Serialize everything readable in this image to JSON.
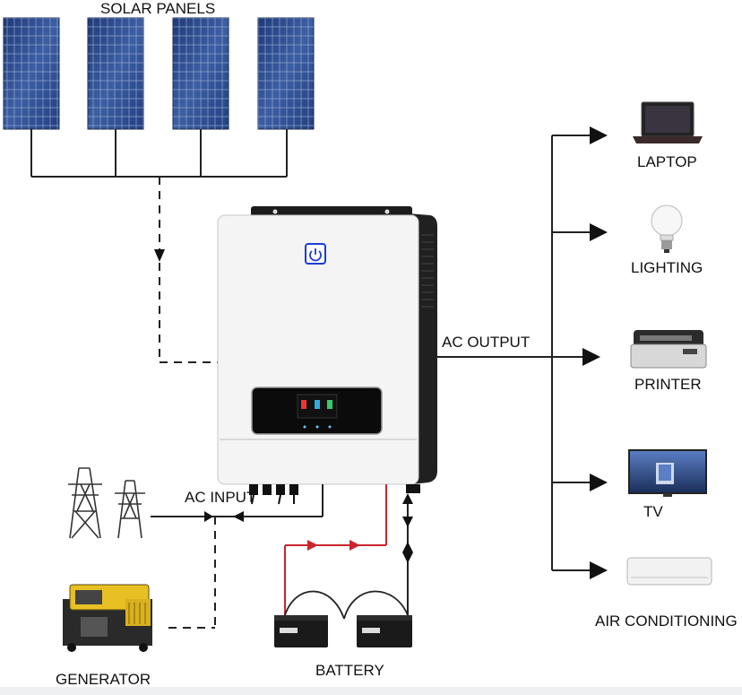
{
  "labels": {
    "solar_panels": "SOLAR PANELS",
    "ac_output": "AC OUTPUT",
    "ac_input": "AC INPUT",
    "generator": "GENERATOR",
    "battery": "BATTERY",
    "laptop": "LAPTOP",
    "lighting": "LIGHTING",
    "printer": "PRINTER",
    "tv": "TV",
    "air_conditioning": "AIR CONDITIONING"
  },
  "icons": [
    "solar-panel-icon",
    "inverter-icon",
    "power-button-icon",
    "lcd-display-icon",
    "transmission-tower-icon",
    "generator-icon",
    "battery-icon",
    "laptop-icon",
    "light-bulb-icon",
    "printer-icon",
    "tv-icon",
    "air-conditioner-icon"
  ],
  "colors": {
    "line": "#222222",
    "battery_positive": "#c8262c",
    "power_button": "#1a3cd8",
    "panel_blue": "#2c4a8a"
  }
}
